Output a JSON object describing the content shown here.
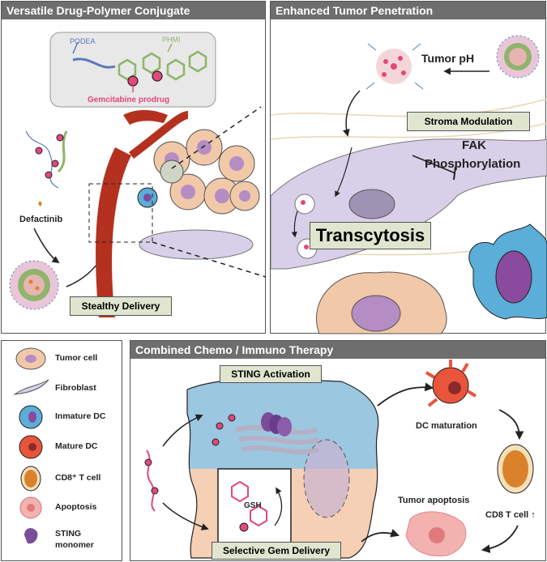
{
  "panels": {
    "p1_title": "Versatile Drug-Polymer Conjugate",
    "p2_title": "Enhanced Tumor Penetration",
    "p3_title": "Combined Chemo / Immuno Therapy"
  },
  "conjugate": {
    "podea": "PODEA",
    "phmi": "PHMI",
    "prodrug": "Gemcitabine prodrug"
  },
  "p1_labels": {
    "defactinib": "Defactinib",
    "stealthy": "Stealthy Delivery"
  },
  "p2_labels": {
    "tumor_ph": "Tumor pH",
    "stroma": "Stroma Modulation",
    "fak1": "FAK",
    "fak2": "Phosphorylation",
    "transcytosis": "Transcytosis"
  },
  "p3_labels": {
    "sting_activation": "STING Activation",
    "dc_maturation": "DC maturation",
    "gsh": "GSH",
    "tumor_apoptosis": "Tumor apoptosis",
    "cd8_up": "CD8 T cell ↑",
    "selective": "Selective Gem Delivery"
  },
  "legend": [
    {
      "label": "Tumor cell",
      "icon": "tumor-cell-icon"
    },
    {
      "label": "Fibroblast",
      "icon": "fibroblast-icon"
    },
    {
      "label": "Inmature DC",
      "icon": "immature-dc-icon"
    },
    {
      "label": "Mature DC",
      "icon": "mature-dc-icon"
    },
    {
      "label": "CD8⁺ T cell",
      "icon": "cd8-t-cell-icon"
    },
    {
      "label": "Apoptosis",
      "icon": "apoptosis-icon"
    },
    {
      "label": "STING",
      "label2": "monomer",
      "icon": "sting-monomer-icon"
    }
  ],
  "colors": {
    "tumor_fill": "#f2c9a8",
    "tumor_nucleus": "#b58cc4",
    "stroma": "#d8cfe8",
    "vessel": "#b3311e",
    "nanoparticle": "#8fb46b",
    "pink": "#e2477d",
    "dc_blue": "#5aaed8",
    "mature_dc": "#e8553a",
    "tcell": "#d9822b",
    "panel_header": "#6e6e6e",
    "label_box": "#dfe5cf"
  }
}
